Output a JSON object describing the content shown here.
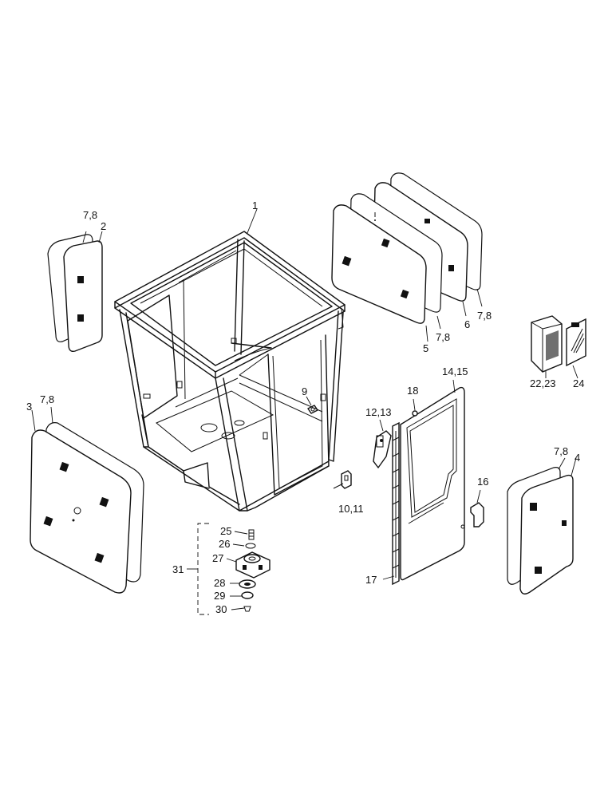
{
  "labels": {
    "p1": "1",
    "p2": "2",
    "p3": "3",
    "p4": "4",
    "p5": "5",
    "p6": "6",
    "p78_left_top": "7,8",
    "p78_left_bottom": "7,8",
    "p78_back_a": "7,8",
    "p78_back_b": "7,8",
    "p78_right": "7,8",
    "p9": "9",
    "p1011": "10,11",
    "p1213": "12,13",
    "p1415": "14,15",
    "p16": "16",
    "p17": "17",
    "p18": "18",
    "p2223": "22,23",
    "p24": "24",
    "p25": "25",
    "p26": "26",
    "p27": "27",
    "p28": "28",
    "p29": "29",
    "p30": "30",
    "p31": "31"
  }
}
